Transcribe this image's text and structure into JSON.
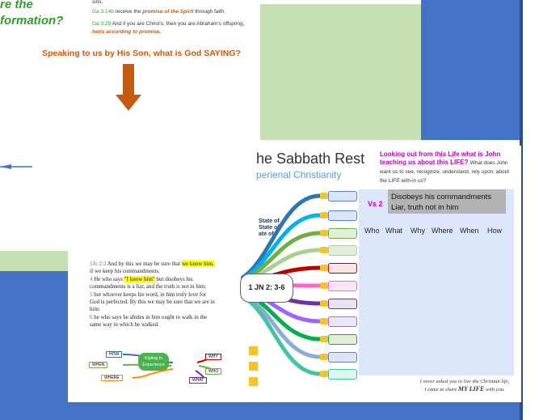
{
  "colors": {
    "blue": "#4472c4",
    "green": "#c6e0b4",
    "orange": "#c55a11",
    "magenta": "#c000c0",
    "yellow_highlight": "#ffff00",
    "verse_green": "#2e9e2e"
  },
  "top_left": {
    "heading_fragment": "re the\nformation?",
    "verse_line0": "sins.",
    "verse1_ref": "Ga 3:14b",
    "verse1_a": "receive the",
    "verse1_emph": "promise of the Spirit",
    "verse1_b": "through faith.",
    "verse2_ref": "Ga 3:29",
    "verse2_text": "And if you are Christ's, then you are Abraham's offspring,",
    "verse2_emph": "heirs according to promise.",
    "question": "Speaking to us by His Son, what is God SAYING?"
  },
  "mindmap_slide": {
    "title": "he Sabbath Rest",
    "subtitle": "perienal Christianity",
    "state_lines": [
      "State of",
      "State of",
      "ate of"
    ],
    "center_label": "1 JN 2: 3-6",
    "look_title": "Looking out from this Life what is John teaching us about this LIFE?",
    "look_body": "What does John want us to see, recognize, understand, rely upon: about the LIFE with-in us?",
    "vs_label": "Vs 2",
    "vs_text_1": "Disobeys his commandments",
    "vs_text_2": "Liar, truth not in him",
    "questions": [
      "Who",
      "What",
      "Why",
      "Where",
      "When",
      "How"
    ],
    "footer_1": "I never asked you to live the Christian life,",
    "footer_2a": "I came to share",
    "footer_2b": "MY LIFE",
    "footer_2c": "with you."
  },
  "scripture": {
    "ref": "1Jo 2:3",
    "l1a": "And by this we may be sure that",
    "l1hl": "we know him,",
    "l2": "if we keep his commandments.",
    "v4": "4",
    "l3a": "He who says",
    "l3hl": "\"I know him\"",
    "l3b": "but disobeys his",
    "l4": "commandments is a liar, and the truth is not in him;",
    "v5": "5",
    "l5": "but whoever keeps his word, in him truly love for",
    "l6": "God is perfected. By this we may be sure that we are in",
    "l7": "him:",
    "v6": "6",
    "l8": "he who says he abides in him ought to walk in the",
    "l9": "same way in which he walked."
  },
  "mini_map": {
    "center": "Kipling in Experience",
    "nodes": [
      "HOW",
      "WHEN",
      "WHERE",
      "WHY",
      "WHO",
      "WHAT"
    ]
  }
}
